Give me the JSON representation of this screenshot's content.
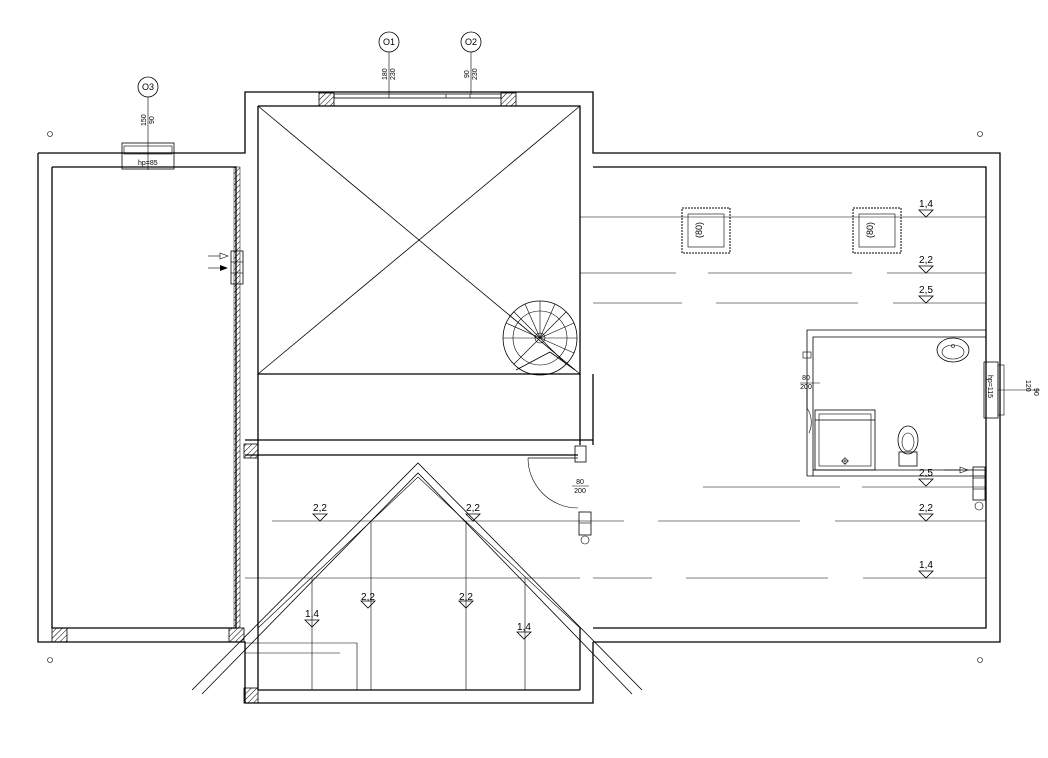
{
  "markers": {
    "o1": "O1",
    "o2": "O2",
    "o3": "O3"
  },
  "windows": {
    "o1_dims": [
      "180",
      "230"
    ],
    "o2_dims": [
      "90",
      "230"
    ],
    "o3_dims": [
      "150",
      "90"
    ],
    "o3_sill": "hp=85",
    "right_dims": [
      "120",
      "90"
    ],
    "right_sill": "hp=115"
  },
  "roof_outlets": {
    "left": "(80)",
    "right": "(80)"
  },
  "doors": {
    "main": [
      "80",
      "200"
    ],
    "bath": [
      "80",
      "200"
    ]
  },
  "levels": {
    "r1": "1,4",
    "r2": "2,2",
    "r3": "2,5",
    "r4": "2,5",
    "r5": "2,2",
    "r6": "1,4",
    "b1": "2,2",
    "b2": "2,2",
    "b3": "1,4",
    "b4": "2,2",
    "b5": "2,2",
    "b6": "1,4"
  }
}
